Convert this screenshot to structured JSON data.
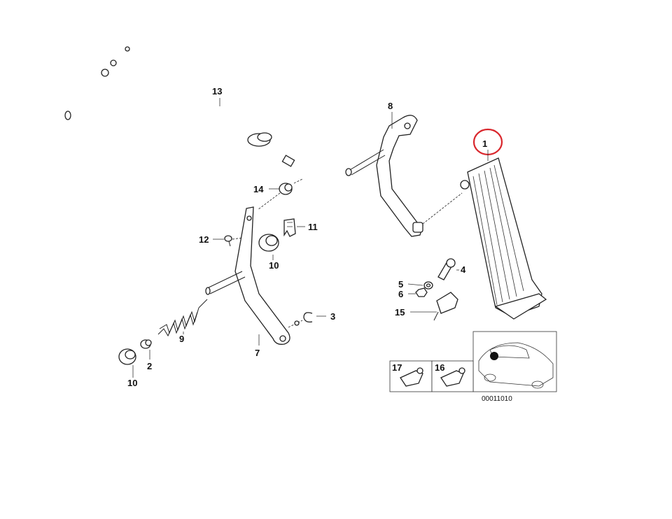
{
  "diagram": {
    "labels": {
      "p1": "1",
      "p2": "2",
      "p3": "3",
      "p4": "4",
      "p5": "5",
      "p6": "6",
      "p7": "7",
      "p8": "8",
      "p9": "9",
      "p10a": "10",
      "p10b": "10",
      "p11": "11",
      "p12": "12",
      "p13": "13",
      "p14": "14",
      "p15": "15",
      "p16": "16",
      "p17": "17"
    },
    "figure_code": "00011010",
    "highlight_color": "#d9262c"
  }
}
